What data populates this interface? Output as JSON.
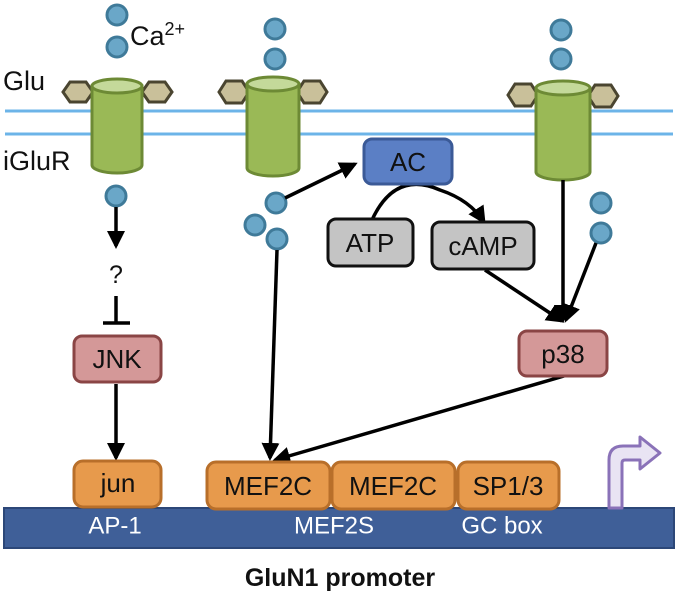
{
  "labels": {
    "ca": "Ca",
    "ca_sup": "2+",
    "glu": "Glu",
    "iglur": "iGluR",
    "question": "?"
  },
  "nodes": {
    "ac": "AC",
    "atp": "ATP",
    "camp": "cAMP",
    "jnk": "JNK",
    "p38": "p38"
  },
  "factors": {
    "jun": "jun",
    "mef2c_1": "MEF2C",
    "mef2c_2": "MEF2C",
    "sp13": "SP1/3"
  },
  "dna": {
    "ap1": "AP-1",
    "mef2s": "MEF2S",
    "gcbox": "GC box"
  },
  "title": "GluN1 promoter",
  "colors": {
    "ion": "#6aa7c8",
    "ion_stroke": "#3f7a99",
    "receptor": "#9ab956",
    "receptor_stroke": "#6d8a35",
    "glu_hex": "#c9c09a",
    "glu_hex_stroke": "#4a4530",
    "membrane": "#6cb4e8",
    "ac": "#5b7fc5",
    "ac_stroke": "#3b5a97",
    "gray_box": "#c4c4c4",
    "kinase": "#d49898",
    "kinase_stroke": "#8a4545",
    "factor": "#e79a4c",
    "factor_stroke": "#b86f2a",
    "dna": "#3f5f98",
    "tss_arrow": "#e9e4f3",
    "tss_stroke": "#8a72b8"
  }
}
